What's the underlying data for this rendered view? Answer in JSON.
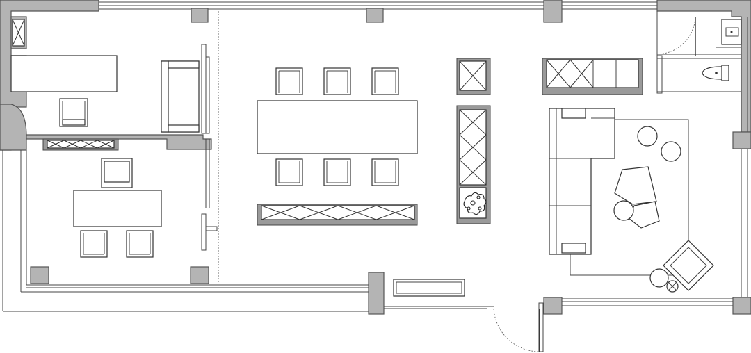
{
  "drawing": {
    "kind": "architectural floor plan",
    "colors": {
      "wall_fill": "#b4b4b4",
      "line": "#333333",
      "background": "#ffffff"
    },
    "rooms": [
      {
        "id": "office-top-left",
        "furniture": [
          "desk",
          "chair",
          "sofa",
          "cabinet"
        ]
      },
      {
        "id": "meeting-room-left",
        "furniture": [
          "table",
          "chair",
          "chair",
          "chair",
          "cabinet"
        ]
      },
      {
        "id": "main-hall",
        "furniture": [
          "long-table",
          "chair",
          "chair",
          "chair",
          "chair",
          "chair",
          "chair",
          "cabinet",
          "display-cabinet",
          "display-cabinet",
          "plant"
        ]
      },
      {
        "id": "lounge",
        "furniture": [
          "sectional-sofa",
          "rug",
          "side-table",
          "side-table",
          "coffee-table",
          "coffee-table",
          "stool",
          "armchair",
          "stool",
          "stool",
          "cabinet"
        ]
      },
      {
        "id": "restroom",
        "fixtures": [
          "sink",
          "toilet"
        ]
      }
    ],
    "doors": [
      "entrance-door",
      "restroom-door"
    ]
  }
}
